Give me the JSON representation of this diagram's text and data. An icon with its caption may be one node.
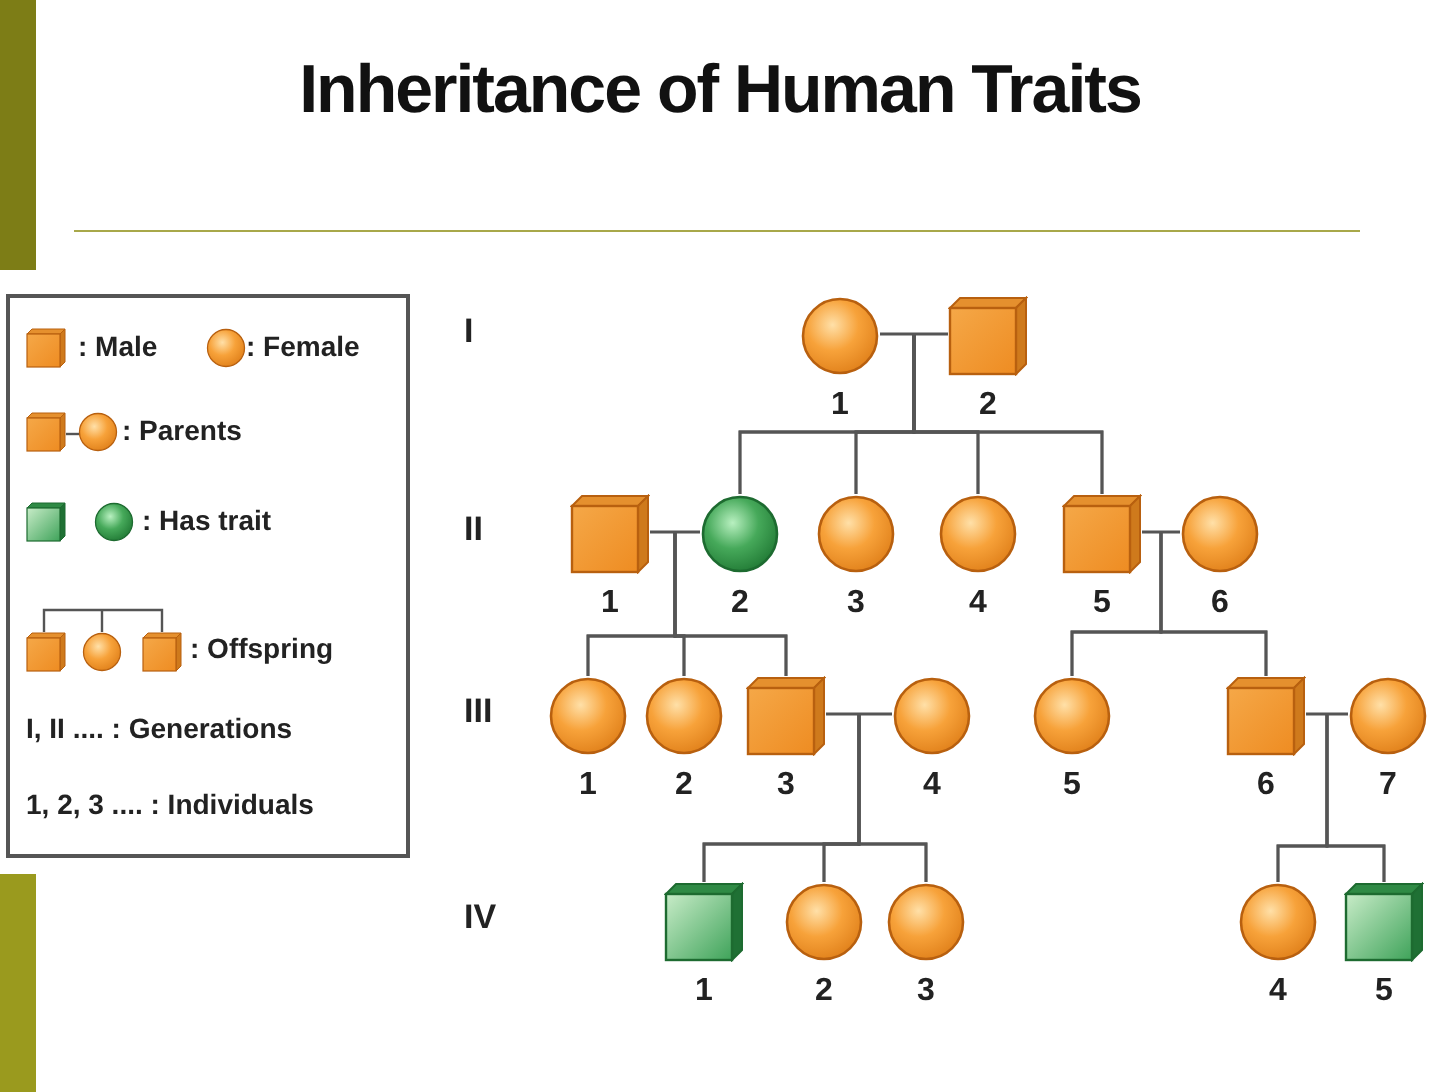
{
  "diagram": {
    "title": "Inheritance of Human Traits",
    "nodes": [
      {
        "text": [
          "1"
        ]
      },
      {
        "text": [
          "2"
        ]
      },
      {
        "text": [
          "1"
        ]
      },
      {
        "text": [
          "2"
        ]
      },
      {
        "text": [
          "3"
        ]
      },
      {
        "text": [
          "4"
        ]
      },
      {
        "text": [
          "5"
        ]
      },
      {
        "text": [
          "6"
        ]
      },
      {
        "text": [
          "1"
        ]
      },
      {
        "text": [
          "2"
        ]
      },
      {
        "text": [
          "3"
        ]
      },
      {
        "text": [
          "4"
        ]
      },
      {
        "text": [
          "5"
        ]
      },
      {
        "text": [
          "6"
        ]
      },
      {
        "text": [
          "7"
        ]
      },
      {
        "text": [
          "1"
        ]
      },
      {
        "text": [
          "2"
        ]
      },
      {
        "text": [
          "3"
        ]
      },
      {
        "text": [
          "4"
        ]
      },
      {
        "text": [
          "5"
        ]
      }
    ],
    "edges": [
      {
        "from": 0,
        "to": 1,
        "arrow": "none"
      },
      {
        "from": 0,
        "to": 3,
        "arrow": "none"
      },
      {
        "from": 1,
        "to": 3,
        "arrow": "none"
      },
      {
        "from": 0,
        "to": 4,
        "arrow": "none"
      },
      {
        "from": 1,
        "to": 4,
        "arrow": "none"
      },
      {
        "from": 0,
        "to": 5,
        "arrow": "none"
      },
      {
        "from": 1,
        "to": 5,
        "arrow": "none"
      },
      {
        "from": 0,
        "to": 6,
        "arrow": "none"
      },
      {
        "from": 1,
        "to": 6,
        "arrow": "none"
      },
      {
        "from": 2,
        "to": 3,
        "arrow": "none"
      },
      {
        "from": 2,
        "to": 8,
        "arrow": "none"
      },
      {
        "from": 3,
        "to": 8,
        "arrow": "none"
      },
      {
        "from": 2,
        "to": 9,
        "arrow": "none"
      },
      {
        "from": 3,
        "to": 9,
        "arrow": "none"
      },
      {
        "from": 2,
        "to": 10,
        "arrow": "none"
      },
      {
        "from": 3,
        "to": 10,
        "arrow": "none"
      },
      {
        "from": 6,
        "to": 7,
        "arrow": "none"
      },
      {
        "from": 6,
        "to": 12,
        "arrow": "none"
      },
      {
        "from": 7,
        "to": 12,
        "arrow": "none"
      },
      {
        "from": 6,
        "to": 13,
        "arrow": "none"
      },
      {
        "from": 7,
        "to": 13,
        "arrow": "none"
      },
      {
        "from": 10,
        "to": 11,
        "arrow": "none"
      },
      {
        "from": 10,
        "to": 15,
        "arrow": "none"
      },
      {
        "from": 11,
        "to": 15,
        "arrow": "none"
      },
      {
        "from": 10,
        "to": 16,
        "arrow": "none"
      },
      {
        "from": 11,
        "to": 16,
        "arrow": "none"
      },
      {
        "from": 10,
        "to": 17,
        "arrow": "none"
      },
      {
        "from": 11,
        "to": 17,
        "arrow": "none"
      },
      {
        "from": 13,
        "to": 14,
        "arrow": "none"
      },
      {
        "from": 13,
        "to": 18,
        "arrow": "none"
      },
      {
        "from": 14,
        "to": 18,
        "arrow": "none"
      },
      {
        "from": 13,
        "to": 19,
        "arrow": "none"
      },
      {
        "from": 14,
        "to": 19,
        "arrow": "none"
      }
    ],
    "labels": [
      "I",
      "II",
      "III",
      "IV"
    ],
    "legend": [
      {
        "text": ": Male"
      },
      {
        "text": ": Female"
      },
      {
        "text": ": Parents"
      },
      {
        "text": ": Has trait"
      },
      {
        "text": ": Offspring"
      },
      {
        "text": "I, II .... : Generations"
      },
      {
        "text": "1, 2, 3 .... : Individuals"
      }
    ]
  }
}
